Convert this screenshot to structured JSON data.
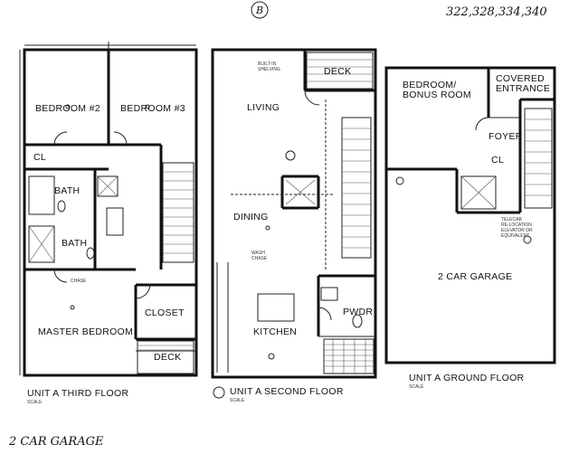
{
  "sheet": {
    "badge": "B",
    "unit_numbers": "322,328,334,340",
    "footer_note": "2 CAR GARAGE"
  },
  "third_floor": {
    "caption": "UNIT A   THIRD FLOOR",
    "rooms": {
      "bedroom2": "BEDROOM #2",
      "bedroom3": "BEDROOM #3",
      "cl": "CL",
      "bath_upper": "BATH",
      "bath_lower": "BATH",
      "master": "MASTER BEDROOM",
      "closet": "CLOSET",
      "deck": "DECK"
    }
  },
  "second_floor": {
    "caption": "UNIT A   SECOND FLOOR",
    "rooms": {
      "deck": "DECK",
      "living": "LIVING",
      "dining": "DINING",
      "kitchen": "KITCHEN",
      "pwdr": "PWDR"
    }
  },
  "ground_floor": {
    "caption": "UNIT A   GROUND FLOOR",
    "rooms": {
      "bedroom_line1": "BEDROOM/",
      "bedroom_line2": "BONUS ROOM",
      "entrance_line1": "COVERED",
      "entrance_line2": "ENTRANCE",
      "foyer": "FOYER",
      "cl": "CL",
      "garage": "2 CAR GARAGE"
    }
  }
}
